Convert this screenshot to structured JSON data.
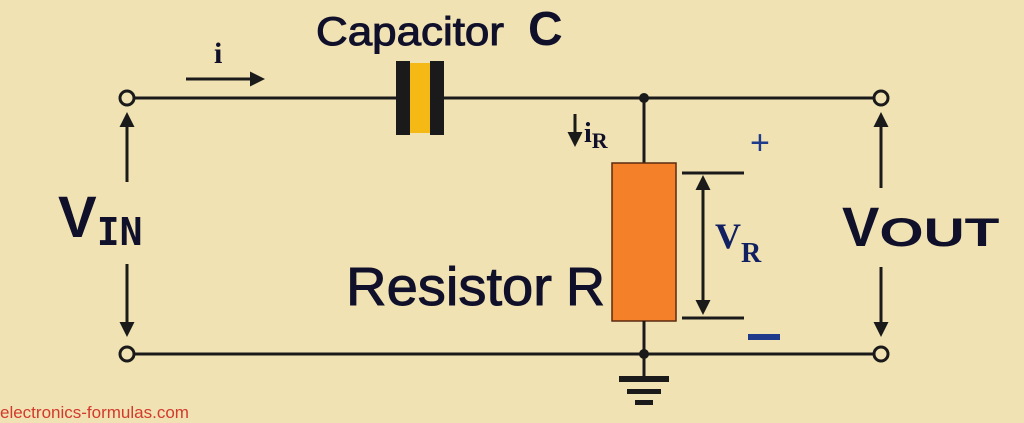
{
  "diagram": {
    "type": "RC high-pass circuit",
    "capacitor_label": "Capacitor",
    "capacitor_symbol": "C",
    "resistor_label": "Resistor",
    "resistor_symbol": "R",
    "current_label": "i",
    "resistor_current": {
      "main": "i",
      "sub": "R"
    },
    "input_voltage": {
      "main": "V",
      "sub": "IN"
    },
    "output_voltage": {
      "main": "V",
      "sub": "OUT"
    },
    "resistor_voltage": {
      "main": "V",
      "sub": "R"
    },
    "plus_sign": "+",
    "minus_sign": "–"
  },
  "colors": {
    "background": "#f1e2b4",
    "wire": "#1a1a1a",
    "capacitor_fill": "#f5b915",
    "resistor_fill": "#f5802a",
    "label_text": "#10102a",
    "voltage_label": "#102060",
    "sign_color": "#1f3a8a",
    "watermark": "#d23a2c"
  },
  "footer": {
    "watermark": "electronics-formulas.com"
  }
}
